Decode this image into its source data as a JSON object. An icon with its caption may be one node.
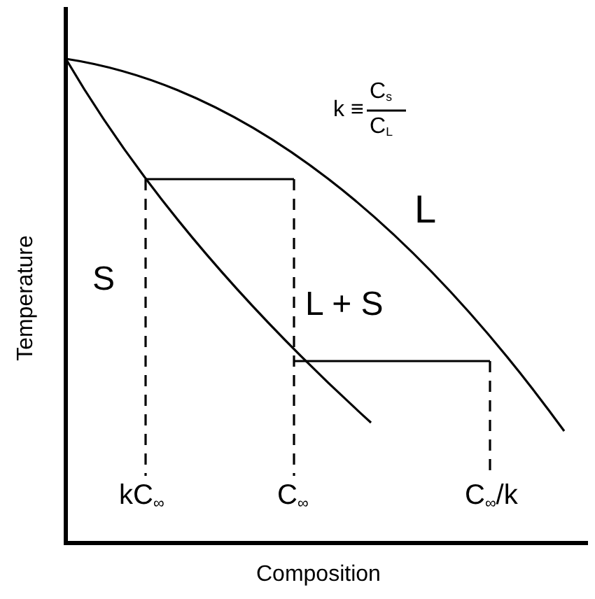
{
  "diagram": {
    "labels": [
      "k ≡",
      "C$_{s}$",
      "C$_{L}$",
      "L",
      "S",
      "L + S",
      "kC$_{∞}$",
      "C$_{∞}$",
      "C$_{∞}$/k",
      "Temperature",
      "Composition"
    ]
  }
}
